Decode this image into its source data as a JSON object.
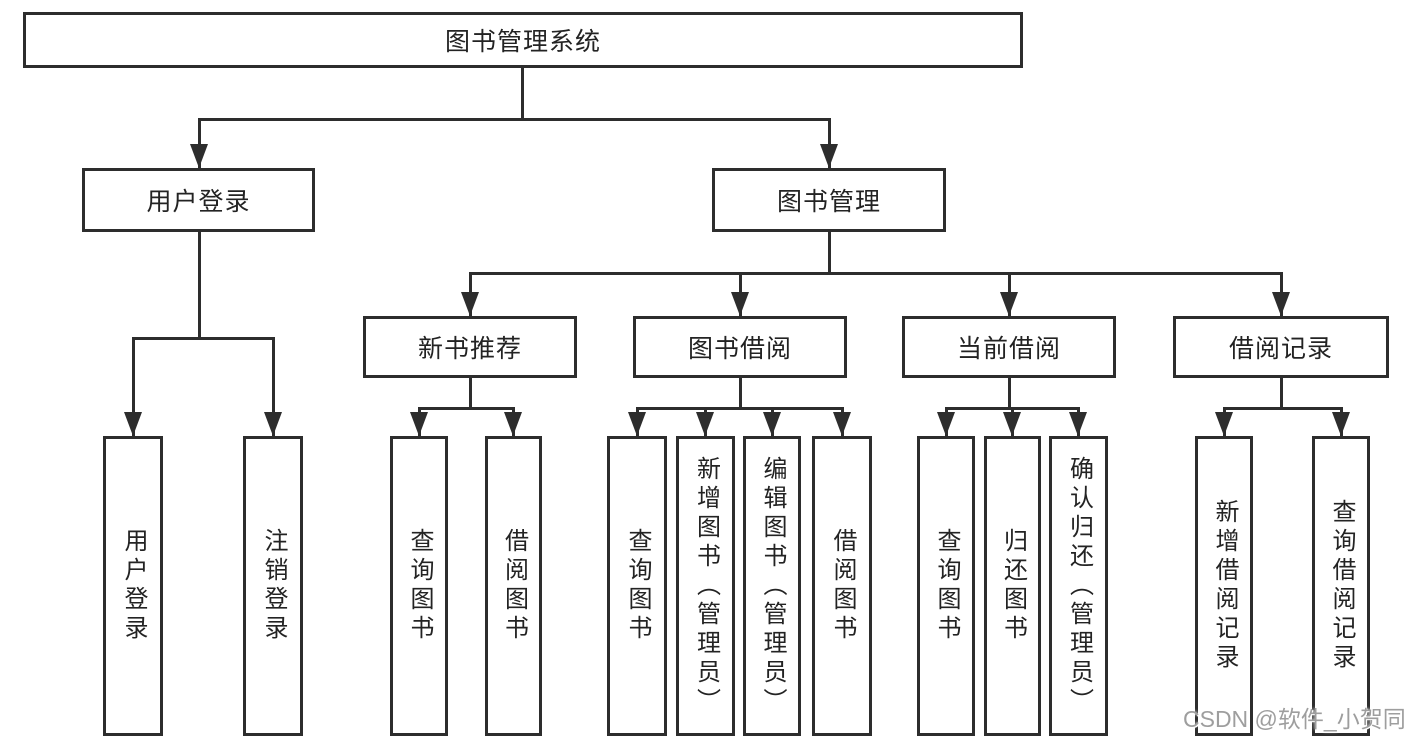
{
  "tree": {
    "root": "图书管理系统",
    "branches": [
      {
        "label": "用户登录",
        "children": [
          "用户登录",
          "注销登录"
        ]
      },
      {
        "label": "图书管理",
        "groups": [
          {
            "label": "新书推荐",
            "children": [
              "查询图书",
              "借阅图书"
            ]
          },
          {
            "label": "图书借阅",
            "children": [
              "查询图书",
              "新增图书（管理员）",
              "编辑图书（管理员）",
              "借阅图书"
            ]
          },
          {
            "label": "当前借阅",
            "children": [
              "查询图书",
              "归还图书",
              "确认归还（管理员）"
            ]
          },
          {
            "label": "借阅记录",
            "children": [
              "新增借阅记录",
              "查询借阅记录"
            ]
          }
        ]
      }
    ]
  },
  "watermark": "CSDN @软件_小贺同学",
  "colors": {
    "line": "#2d2d2d",
    "background": "#ffffff",
    "watermark": "#9e9e9e"
  }
}
